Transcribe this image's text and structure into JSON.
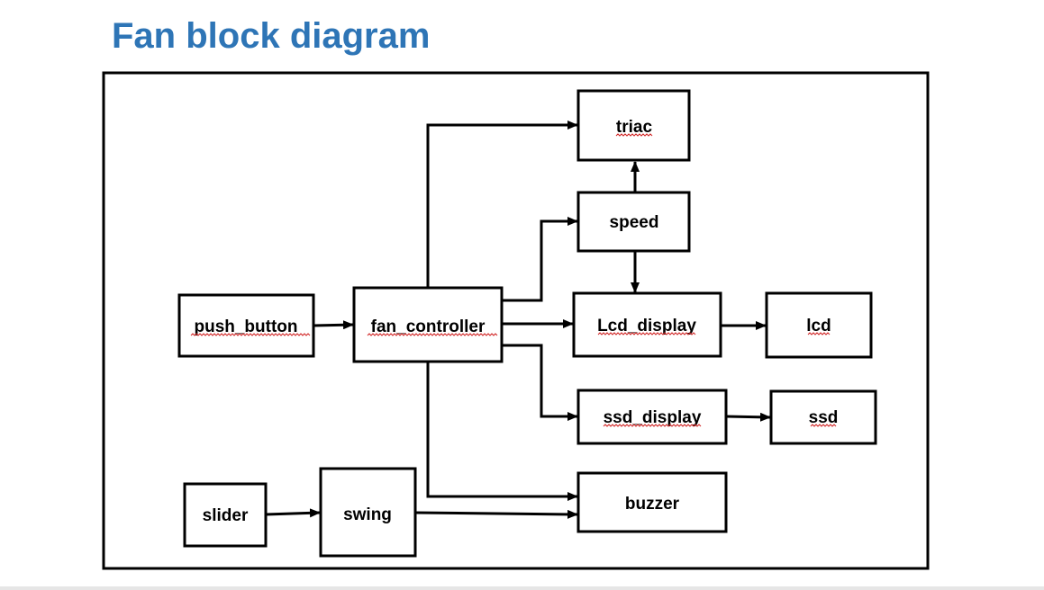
{
  "title": "Fan block diagram",
  "blocks": {
    "triac": "triac",
    "speed": "speed",
    "push_button": "push_button",
    "fan_controller": "fan_controller",
    "lcd_display": "Lcd_display",
    "lcd": "lcd",
    "ssd_display": "ssd_display",
    "ssd": "ssd",
    "slider": "slider",
    "swing": "swing",
    "buzzer": "buzzer"
  },
  "connections": [
    [
      "push_button",
      "fan_controller"
    ],
    [
      "fan_controller",
      "triac"
    ],
    [
      "fan_controller",
      "speed"
    ],
    [
      "fan_controller",
      "lcd_display"
    ],
    [
      "fan_controller",
      "ssd_display"
    ],
    [
      "fan_controller",
      "buzzer"
    ],
    [
      "speed",
      "triac"
    ],
    [
      "speed",
      "lcd_display"
    ],
    [
      "lcd_display",
      "lcd"
    ],
    [
      "ssd_display",
      "ssd"
    ],
    [
      "slider",
      "swing"
    ],
    [
      "swing",
      "buzzer"
    ]
  ]
}
